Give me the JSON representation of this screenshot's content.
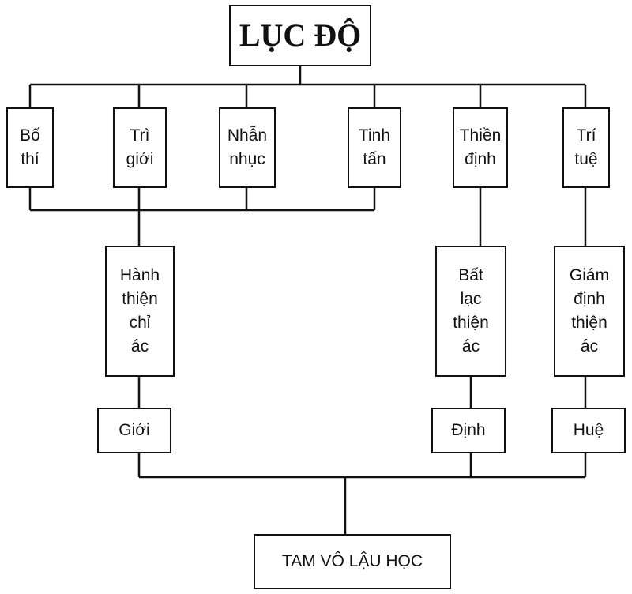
{
  "title": "LỤC ĐỘ",
  "paramitas": [
    {
      "lines": [
        "Bố",
        "thí"
      ]
    },
    {
      "lines": [
        "Trì",
        "giới"
      ]
    },
    {
      "lines": [
        "Nhẫn",
        "nhục"
      ]
    },
    {
      "lines": [
        "Tinh",
        "tấn"
      ]
    },
    {
      "lines": [
        "Thiền",
        "định"
      ]
    },
    {
      "lines": [
        "Trí",
        "tuệ"
      ]
    }
  ],
  "practices": [
    {
      "lines": [
        "Hành",
        "thiện",
        "chỉ",
        "ác"
      ]
    },
    {
      "lines": [
        "Bất",
        "lạc",
        "thiện",
        "ác"
      ]
    },
    {
      "lines": [
        "Giám",
        "định",
        "thiện",
        "ác"
      ]
    }
  ],
  "trainings": [
    "Giới",
    "Định",
    "Huệ"
  ],
  "result": "TAM VÔ LẬU HỌC"
}
